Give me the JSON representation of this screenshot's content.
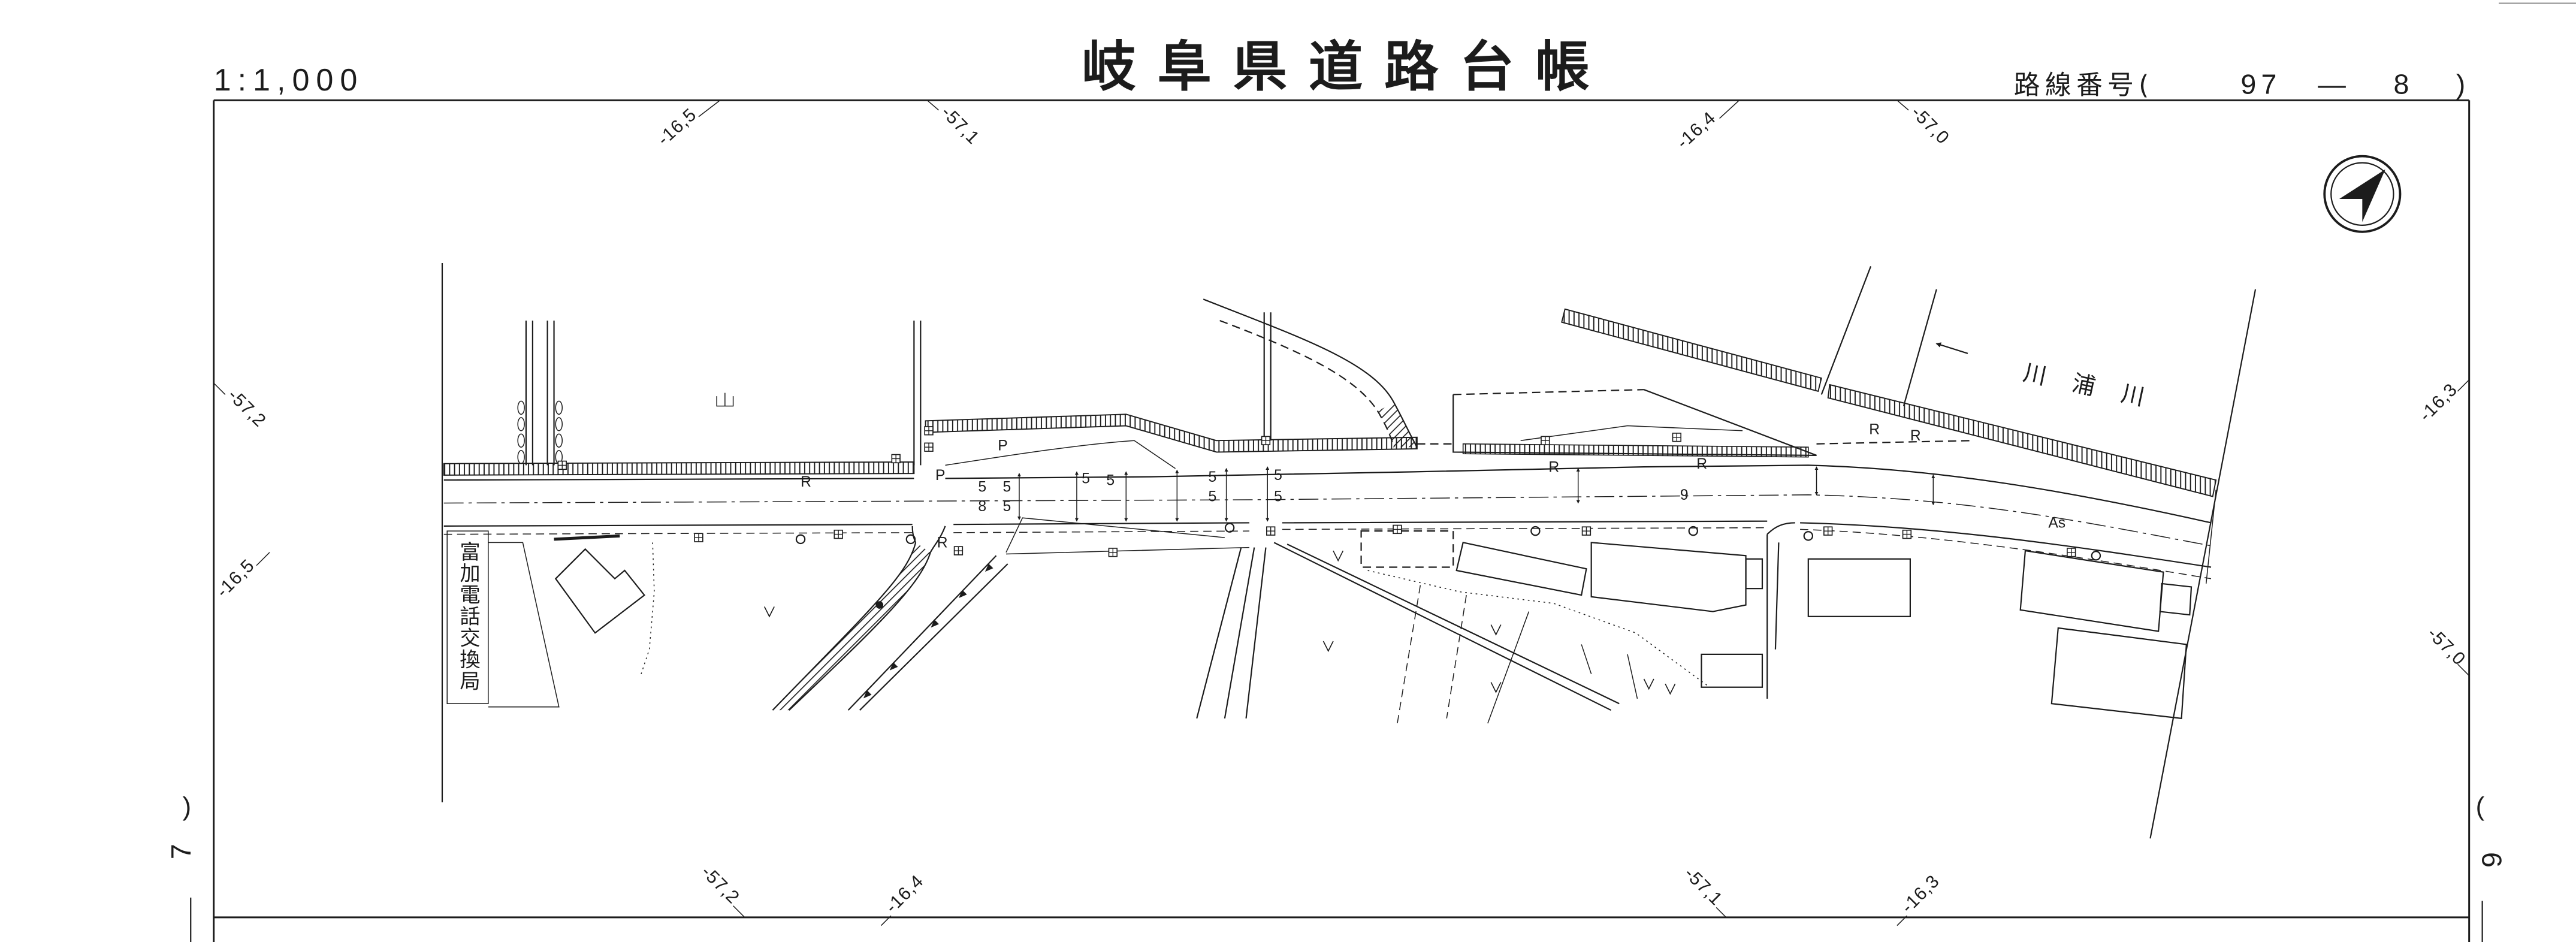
{
  "header": {
    "scale": "1:1,000",
    "title": "岐阜県道路台帳",
    "route": {
      "label": "路線番号(",
      "number": "97",
      "dash": "—",
      "branch": "8",
      "close": ")"
    }
  },
  "grid_labels": {
    "top": [
      "-16,5",
      "-57,1",
      "-16,4",
      "-57,0"
    ],
    "left": [
      "-57,2",
      "-16,5"
    ],
    "right": [
      "-16,3",
      "-57,0"
    ],
    "bottom": [
      "-57,2",
      "-16,4",
      "-57,1",
      "-16,3"
    ]
  },
  "adjacent_sheets": {
    "left": {
      "bracket": ")",
      "number": "7"
    },
    "right": {
      "bracket": "(",
      "number": "6"
    }
  },
  "features": {
    "river_name": "川 浦 川",
    "building_name": "富加電話交換局",
    "pavement": "As"
  },
  "road_labels": [
    "R",
    "P",
    "P",
    "R",
    "R",
    "R",
    "9",
    "R",
    "R"
  ],
  "width_labels": [
    "5",
    "8",
    "5",
    "5",
    "5",
    "5",
    "5",
    "5",
    "5",
    "5"
  ],
  "colors": {
    "ink": "#1c1c1c",
    "paper": "#ffffff"
  }
}
